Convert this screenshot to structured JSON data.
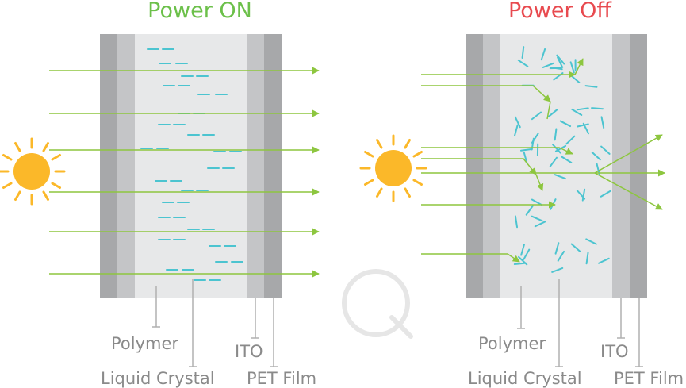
{
  "panels": [
    {
      "title": "Power ON",
      "title_color": "#6cc04a",
      "labels": {
        "polymer": "Polymer",
        "liquid_crystal": "Liquid Crystal",
        "ito": "ITO",
        "pet_film": "PET Film"
      }
    },
    {
      "title": "Power Off",
      "title_color": "#e84a4f",
      "labels": {
        "polymer": "Polymer",
        "liquid_crystal": "Liquid Crystal",
        "ito": "ITO",
        "pet_film": "PET Film"
      }
    }
  ],
  "colors": {
    "light_ray": "#8dc63f",
    "liquid_crystal": "#4cc4d0",
    "sun": "#fbb829",
    "pet_film": "#a7a8aa",
    "ito": "#c4c5c7",
    "polymer_bg": "#e7e8e9",
    "leader": "#b0b0b0",
    "watermark": "#e6e6e6"
  },
  "icons": [
    "sun-icon",
    "watermark-logo-icon"
  ]
}
